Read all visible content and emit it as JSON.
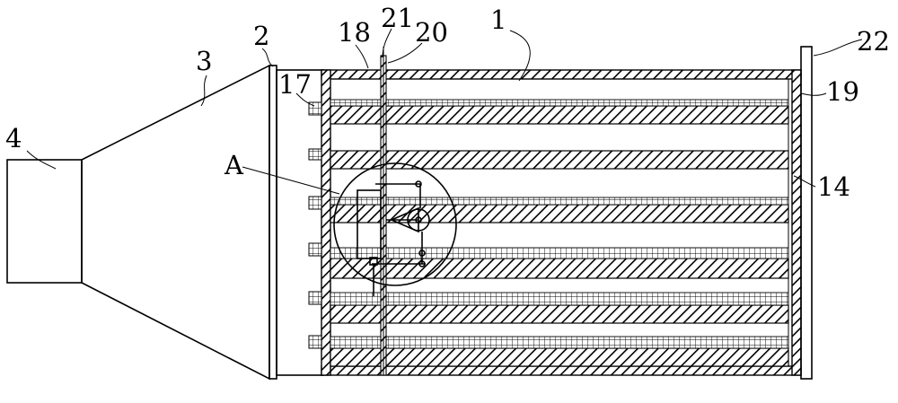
{
  "labels": {
    "n1": "1",
    "n2": "2",
    "n3": "3",
    "n4": "4",
    "n14": "14",
    "n17": "17",
    "n18": "18",
    "n19": "19",
    "n20": "20",
    "n21": "21",
    "n22": "22",
    "nA": "A"
  }
}
